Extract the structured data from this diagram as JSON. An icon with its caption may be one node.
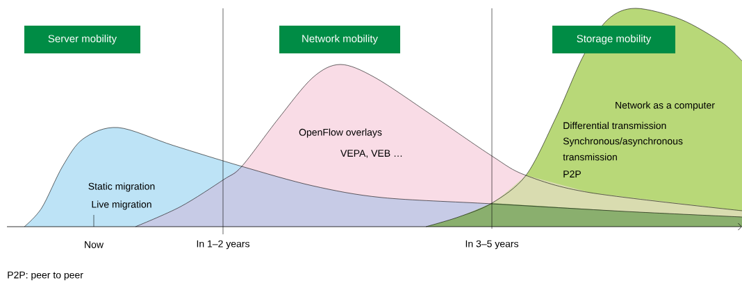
{
  "diagram": {
    "nodes": [
      {
        "text": [
          "Server mobility"
        ]
      },
      {
        "text": [
          "Network mobility"
        ]
      },
      {
        "text": [
          "Storage mobility"
        ]
      }
    ],
    "labels": [
      "Static migration",
      "Live migration",
      "OpenFlow overlays",
      "VEPA, VEB …",
      "Network as a computer",
      "Differential transmission",
      "Synchronous/asynchronous transmission",
      "P2P",
      "Now",
      "In 1–2 years",
      "In 3–5 years",
      "P2P: peer to peer"
    ]
  }
}
